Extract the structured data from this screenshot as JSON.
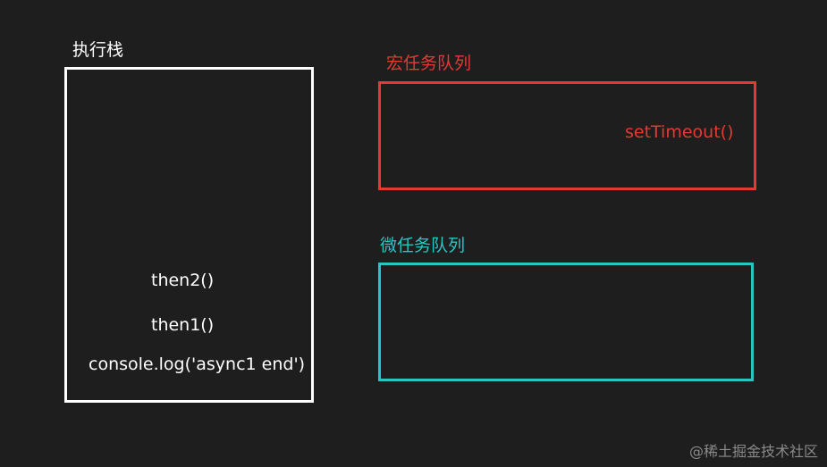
{
  "stack": {
    "title": "执行栈",
    "items": [
      "then2()",
      "then1()",
      "console.log('async1 end')"
    ]
  },
  "macro_queue": {
    "title": "宏任务队列",
    "items": [
      "setTimeout()"
    ]
  },
  "micro_queue": {
    "title": "微任务队列",
    "items": []
  },
  "watermark": "@稀土掘金技术社区",
  "colors": {
    "background": "#1e1e1e",
    "stack": "#ffffff",
    "macro": "#e53935",
    "micro": "#26c6c6"
  }
}
